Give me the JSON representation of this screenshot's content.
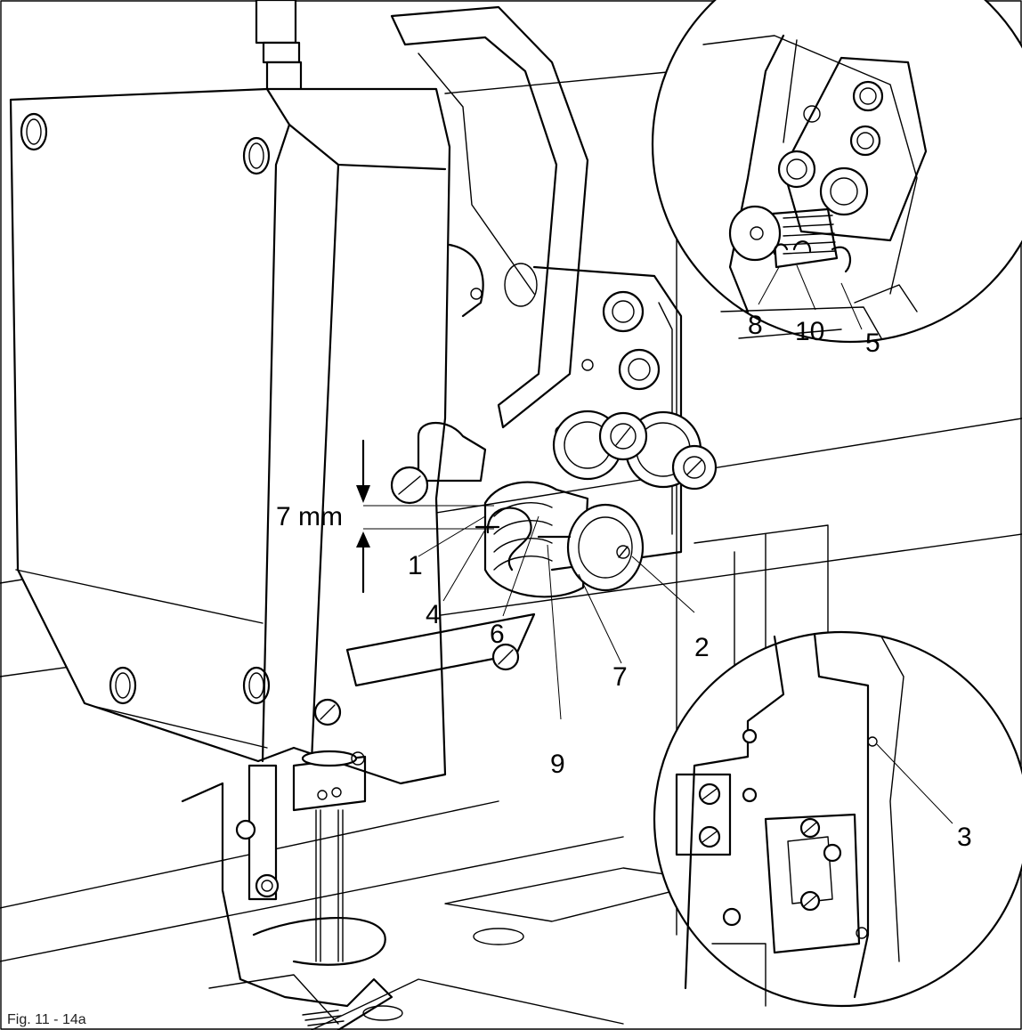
{
  "figure": {
    "caption": "Fig. 11 - 14a",
    "dimension_label": "7 mm",
    "callouts": {
      "c1": "1",
      "c2": "2",
      "c3": "3",
      "c4": "4",
      "c5": "5",
      "c6": "6",
      "c7": "7",
      "c8": "8",
      "c9": "9",
      "c10": "10"
    }
  }
}
